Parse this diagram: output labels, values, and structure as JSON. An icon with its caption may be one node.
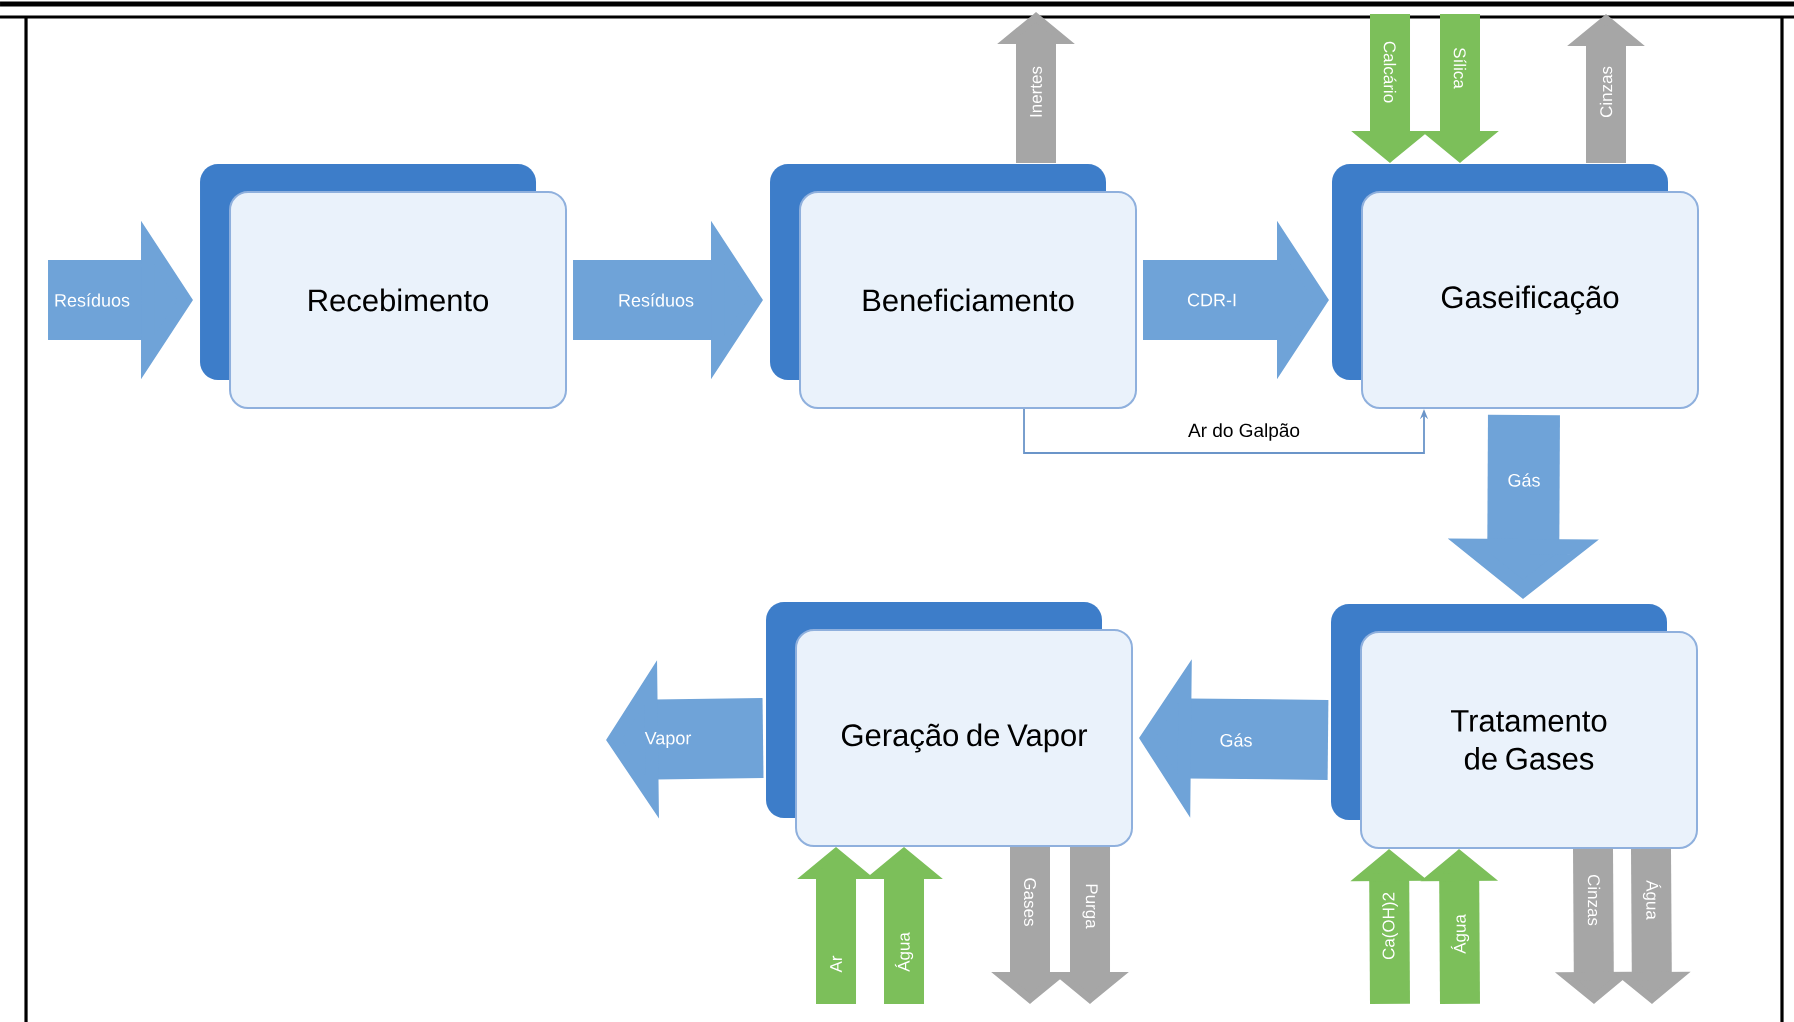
{
  "diagram": {
    "nodes": [
      {
        "text": [
          "Recebimento"
        ]
      },
      {
        "text": [
          "Beneficiamento"
        ]
      },
      {
        "text": [
          "Gaseificação"
        ]
      },
      {
        "text": [
          "Geração de Vapor"
        ]
      },
      {
        "text": [
          "Tratamento de Gases"
        ]
      }
    ],
    "edges": [
      {
        "from": null,
        "to": 0,
        "arrow": "to",
        "label": "Resíduos",
        "style": "thick",
        "color": "#6fa3d8"
      },
      {
        "from": 0,
        "to": 1,
        "arrow": "to",
        "label": "Resíduos",
        "style": "thick",
        "color": "#6fa3d8"
      },
      {
        "from": 1,
        "to": null,
        "arrow": "to",
        "label": "Inertes",
        "color": "#a6a6a6"
      },
      {
        "from": 1,
        "to": 2,
        "arrow": "to",
        "label": "CDR-I",
        "style": "thick",
        "color": "#6fa3d8"
      },
      {
        "from": null,
        "to": 2,
        "arrow": "to",
        "label": "Calcário",
        "color": "#7cbf5a"
      },
      {
        "from": null,
        "to": 2,
        "arrow": "to",
        "label": "Sílica",
        "color": "#7cbf5a"
      },
      {
        "from": 2,
        "to": null,
        "arrow": "to",
        "label": "Cinzas",
        "color": "#a6a6a6"
      },
      {
        "from": 1,
        "to": 2,
        "arrow": "to",
        "label": "Ar do Galpão",
        "color": "#6b95c9"
      },
      {
        "from": 2,
        "to": 4,
        "arrow": "to",
        "label": "Gás",
        "style": "thick",
        "color": "#6fa3d8"
      },
      {
        "from": 4,
        "to": 3,
        "arrow": "to",
        "label": "Gás",
        "style": "thick",
        "color": "#6fa3d8"
      },
      {
        "from": 3,
        "to": null,
        "arrow": "to",
        "label": "Vapor",
        "style": "thick",
        "color": "#6fa3d8"
      },
      {
        "from": null,
        "to": 3,
        "arrow": "to",
        "label": "Ar",
        "color": "#7cbf5a"
      },
      {
        "from": null,
        "to": 3,
        "arrow": "to",
        "label": "Água",
        "color": "#7cbf5a"
      },
      {
        "from": 3,
        "to": null,
        "arrow": "to",
        "label": "Gases",
        "color": "#a6a6a6"
      },
      {
        "from": 3,
        "to": null,
        "arrow": "to",
        "label": "Purga",
        "color": "#a6a6a6"
      },
      {
        "from": null,
        "to": 4,
        "arrow": "to",
        "label": "Ca(OH)2",
        "color": "#7cbf5a"
      },
      {
        "from": null,
        "to": 4,
        "arrow": "to",
        "label": "Água",
        "color": "#7cbf5a"
      },
      {
        "from": 4,
        "to": null,
        "arrow": "to",
        "label": "Cinzas",
        "color": "#a6a6a6"
      },
      {
        "from": 4,
        "to": null,
        "arrow": "to",
        "label": "Água",
        "color": "#a6a6a6"
      }
    ]
  }
}
